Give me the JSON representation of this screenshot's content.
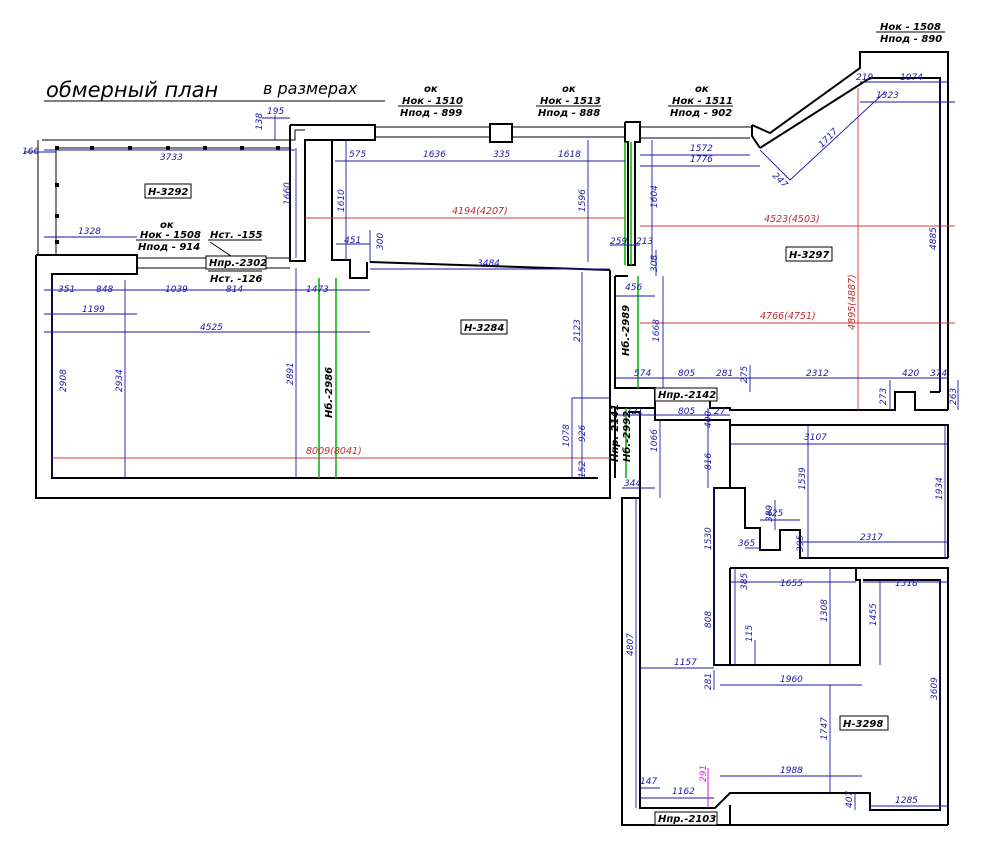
{
  "title": {
    "main": "обмерный план",
    "sub": "в размерах"
  },
  "levels": [
    {
      "id": "w1",
      "ok": "ок",
      "top": "Нок - 1510",
      "bottom": "Нпод - 899"
    },
    {
      "id": "w2",
      "ok": "ок",
      "top": "Нок - 1513",
      "bottom": "Нпод - 888"
    },
    {
      "id": "w3",
      "ok": "ок",
      "top": "Нок - 1511",
      "bottom": "Нпод - 902"
    },
    {
      "id": "w4",
      "ok": "",
      "top": "Нок - 1508",
      "bottom": "Нпод - 890"
    },
    {
      "id": "w5",
      "ok": "ок",
      "top": "Нок - 1508",
      "bottom": "Нпод - 914"
    }
  ],
  "rooms": {
    "r3292": "Н-3292",
    "r3284": "Н-3284",
    "r3297": "Н-3297",
    "r3298": "Н-3298"
  },
  "marks": {
    "nst155": "Нст. -155",
    "npr2302": "Нпр.-2302",
    "nst126": "Нст. -126",
    "nb2986": "Нб.-2986",
    "nb2989": "Нб.-2989",
    "npr2142": "Нпр.-2142",
    "npr2141": "Нпр.-2141",
    "nb2992": "Нб.-2992",
    "npr2103": "Нпр.-2103"
  },
  "dims": {
    "d166": "166",
    "d3733": "3733",
    "d195": "195",
    "d138": "138",
    "d1660": "1660",
    "d1328": "1328",
    "d575": "575",
    "d1636": "1636",
    "d335": "335",
    "d1618": "1618",
    "d1610": "1610",
    "d451": "451",
    "d300": "300",
    "d3484": "3484",
    "d1596": "1596",
    "d259": "259",
    "d213": "213",
    "d1572": "1572",
    "d1776": "1776",
    "d247": "247",
    "d1717": "1717",
    "d219": "219",
    "d1074": "1074",
    "d1323": "1323",
    "d1604": "1604",
    "d308": "308",
    "d4885": "4885",
    "d351": "351",
    "d848": "848",
    "d1039": "1039",
    "d814": "814",
    "d1473": "1473",
    "d1199": "1199",
    "d4525": "4525",
    "d2908": "2908",
    "d2934": "2934",
    "d2891": "2891",
    "d2123": "2123",
    "d1078": "1078",
    "d926": "926",
    "d152": "152",
    "d456": "456",
    "d1668": "1668",
    "d574": "574",
    "d805a": "805",
    "d281a": "281",
    "d275": "275",
    "d2312": "2312",
    "d420": "420",
    "d374": "374",
    "d273": "273",
    "d263": "263",
    "d721": "721",
    "d805b": "805",
    "d27": "27",
    "d400": "400",
    "d1066": "1066",
    "d344": "344",
    "d3107": "3107",
    "d816": "816",
    "d1539": "1539",
    "d1934": "1934",
    "d389": "389",
    "d425": "425",
    "d365": "365",
    "d395": "395",
    "d2317": "2317",
    "d1530": "1530",
    "d385": "385",
    "d1655": "1655",
    "d1318": "1318",
    "d808": "808",
    "d1308": "1308",
    "d1455": "1455",
    "d115": "115",
    "d4807": "4807",
    "d1157": "1157",
    "d281b": "281",
    "d1960": "1960",
    "d3609": "3609",
    "d1747": "1747",
    "d147": "147",
    "d1162": "1162",
    "d1988": "1988",
    "d407": "407",
    "d1285": "1285"
  },
  "red_dims": {
    "a": "4194(4207)",
    "b": "4523(4503)",
    "c": "4895(4887)",
    "d": "4766(4751)",
    "e": "8009(8041)"
  },
  "mag_dims": {
    "m291": "291"
  }
}
